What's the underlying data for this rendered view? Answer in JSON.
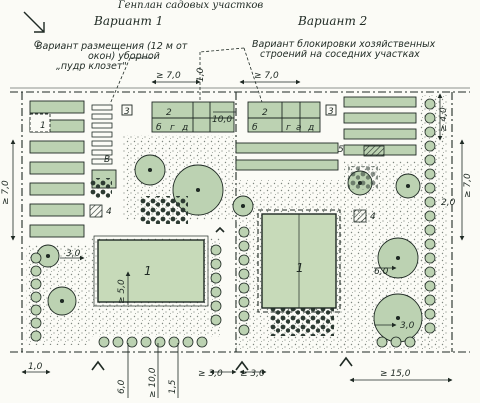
{
  "header": {
    "caption": "Генплан садовых участков",
    "variant_1": "Вариант 1",
    "variant_2": "Вариант 2"
  },
  "notes": {
    "toilet_placement": [
      "Вариант размещения (12 м от",
      "окон) уборной",
      "„пудр клозет\""
    ],
    "blocking_variant": [
      "Вариант блокировки хозяйственных",
      "строений на соседних участках"
    ]
  },
  "markers": {
    "north": "С",
    "house": "1",
    "outbuilding": "2",
    "compost": "3",
    "compost_letter": "В",
    "seat": "4",
    "cellar": "5",
    "lot_a": "а",
    "lot_b": "б",
    "lot_d": "д",
    "lot_g": "г"
  },
  "dimensions": {
    "d_ge_7_0_a": "≥ 7,0",
    "d_ge_7_0_b": "≥ 7,0",
    "d_1_0": "1,0",
    "d_10_0": "10,0",
    "d_ge_7_0_left": "≥ 7,0",
    "d_ge_4_0": "≥ 4,0",
    "d_ge_7_0_right": "≥ 7,0",
    "d_2_0_right": "2,0",
    "d_3_0_left": "3,0",
    "d_ge_5_0": "≥ 5,0",
    "d_6_0_right": "6,0",
    "d_3_0_right": "3,0",
    "d_1_0_bottom": "1,0",
    "d_6_0_bottom": "6,0",
    "d_ge_10_0": "≥ 10,0",
    "d_1_5": "1,5",
    "d_ge_3_0_a": "≥ 3,0",
    "d_ge_3_0_b": "≥ 3,0",
    "d_ge_15_0": "≥ 15,0"
  },
  "colors": {
    "ink": "#1f2a24",
    "bed_fill": "#bcd2b2",
    "house_fill": "#c7dab9",
    "gravel": "#8d958e",
    "paper": "#fbfbf6"
  }
}
